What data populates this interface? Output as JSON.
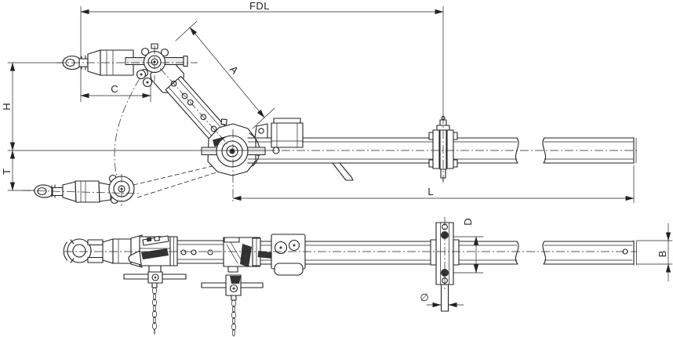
{
  "drawing": {
    "description": "Two-view technical line drawing of an articulated tow bar / drawbar with raised and lowered coupling-eye positions",
    "background_color": "#ffffff",
    "line_color": "#222222",
    "dim_labels": {
      "fdl": "FDL",
      "a": "A",
      "c": "C",
      "h": "H",
      "t": "T",
      "l": "L",
      "d": "D",
      "b": "B",
      "phi": "∅"
    }
  }
}
